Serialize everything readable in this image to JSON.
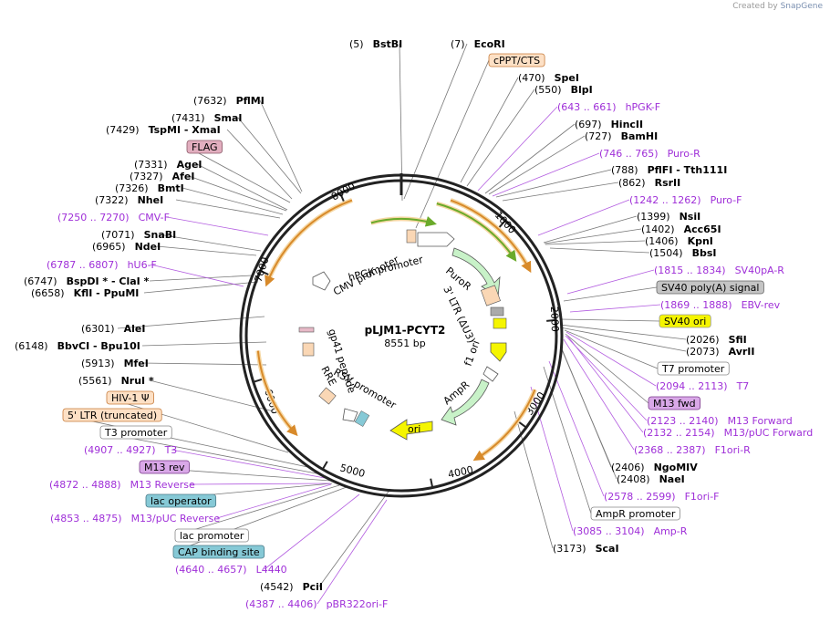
{
  "credit": {
    "prefix": "Created by",
    "brand": "SnapGene"
  },
  "plasmid": {
    "name": "pLJM1-PCYT2",
    "size": "8551 bp"
  },
  "colors": {
    "enzyme": "#000000",
    "primer": "#9f2fd8",
    "feature_orange": "#e8a24a",
    "feature_green": "#6aaa2a",
    "feature_yellow": "#f5f500",
    "backbone": "#222222",
    "leader": "#777777"
  },
  "ticks": [
    "1000",
    "2000",
    "3000",
    "4000",
    "5000",
    "6000",
    "7000",
    "8000"
  ],
  "inner_features": [
    {
      "key": "cmv",
      "label": "CMV promoter"
    },
    {
      "key": "hpgk",
      "label": "hPGK promoter"
    },
    {
      "key": "puror",
      "label": "PuroR"
    },
    {
      "key": "ltr3",
      "label": "3' LTR (ΔU3)"
    },
    {
      "key": "f1ori",
      "label": "f1 ori"
    },
    {
      "key": "ampr",
      "label": "AmpR"
    },
    {
      "key": "ori",
      "label": "ori"
    },
    {
      "key": "rsv",
      "label": "RSV promoter"
    },
    {
      "key": "rre",
      "label": "RRE"
    },
    {
      "key": "gp41",
      "label": "gp41 peptide"
    }
  ],
  "labels": [
    {
      "kind": "enzyme",
      "pos": "(5)",
      "name": "BstBI"
    },
    {
      "kind": "enzyme",
      "pos": "(7)",
      "name": "EcoRI"
    },
    {
      "kind": "feature",
      "style": "orange",
      "name": "cPPT/CTS"
    },
    {
      "kind": "enzyme",
      "pos": "(470)",
      "name": "SpeI"
    },
    {
      "kind": "enzyme",
      "pos": "(550)",
      "name": "BlpI"
    },
    {
      "kind": "primer",
      "pos": "(643 .. 661)",
      "name": "hPGK-F"
    },
    {
      "kind": "enzyme",
      "pos": "(697)",
      "name": "HincII"
    },
    {
      "kind": "enzyme",
      "pos": "(727)",
      "name": "BamHI"
    },
    {
      "kind": "primer",
      "pos": "(746 .. 765)",
      "name": "Puro-R"
    },
    {
      "kind": "enzyme",
      "pos": "(788)",
      "name": "PflFI - Tth111I"
    },
    {
      "kind": "enzyme",
      "pos": "(862)",
      "name": "RsrII"
    },
    {
      "kind": "primer",
      "pos": "(1242 .. 1262)",
      "name": "Puro-F"
    },
    {
      "kind": "enzyme",
      "pos": "(1399)",
      "name": "NsiI"
    },
    {
      "kind": "enzyme",
      "pos": "(1402)",
      "name": "Acc65I"
    },
    {
      "kind": "enzyme",
      "pos": "(1406)",
      "name": "KpnI"
    },
    {
      "kind": "enzyme",
      "pos": "(1504)",
      "name": "BbsI"
    },
    {
      "kind": "primer",
      "pos": "(1815 .. 1834)",
      "name": "SV40pA-R"
    },
    {
      "kind": "feature",
      "style": "gray",
      "name": "SV40 poly(A) signal"
    },
    {
      "kind": "primer",
      "pos": "(1869 .. 1888)",
      "name": "EBV-rev"
    },
    {
      "kind": "feature",
      "style": "yellow",
      "name": "SV40 ori"
    },
    {
      "kind": "enzyme",
      "pos": "(2026)",
      "name": "SfiI"
    },
    {
      "kind": "enzyme",
      "pos": "(2073)",
      "name": "AvrII"
    },
    {
      "kind": "feature",
      "style": "white",
      "name": "T7 promoter"
    },
    {
      "kind": "primer",
      "pos": "(2094 .. 2113)",
      "name": "T7"
    },
    {
      "kind": "feature",
      "style": "purple",
      "name": "M13 fwd"
    },
    {
      "kind": "primer",
      "pos": "(2123 .. 2140)",
      "name": "M13 Forward"
    },
    {
      "kind": "primer",
      "pos": "(2132 .. 2154)",
      "name": "M13/pUC Forward"
    },
    {
      "kind": "primer",
      "pos": "(2368 .. 2387)",
      "name": "F1ori-R"
    },
    {
      "kind": "enzyme",
      "pos": "(2406)",
      "name": "NgoMIV"
    },
    {
      "kind": "enzyme",
      "pos": "(2408)",
      "name": "NaeI"
    },
    {
      "kind": "primer",
      "pos": "(2578 .. 2599)",
      "name": "F1ori-F"
    },
    {
      "kind": "feature",
      "style": "white",
      "name": "AmpR promoter"
    },
    {
      "kind": "primer",
      "pos": "(3085 .. 3104)",
      "name": "Amp-R"
    },
    {
      "kind": "enzyme",
      "pos": "(3173)",
      "name": "ScaI"
    },
    {
      "kind": "enzyme",
      "pos": "(4542)",
      "name": "PciI"
    },
    {
      "kind": "primer",
      "pos": "(4387 .. 4406)",
      "name": "pBR322ori-F"
    },
    {
      "kind": "primer",
      "pos": "(4640 .. 4657)",
      "name": "L4440"
    },
    {
      "kind": "feature",
      "style": "blue",
      "name": "CAP binding site"
    },
    {
      "kind": "feature",
      "style": "white",
      "name": "lac promoter"
    },
    {
      "kind": "primer",
      "pos": "(4853 .. 4875)",
      "name": "M13/pUC Reverse"
    },
    {
      "kind": "feature",
      "style": "blue",
      "name": "lac operator"
    },
    {
      "kind": "primer",
      "pos": "(4872 .. 4888)",
      "name": "M13 Reverse"
    },
    {
      "kind": "feature",
      "style": "purple",
      "name": "M13 rev"
    },
    {
      "kind": "primer",
      "pos": "(4907 .. 4927)",
      "name": "T3"
    },
    {
      "kind": "feature",
      "style": "white",
      "name": "T3 promoter"
    },
    {
      "kind": "feature",
      "style": "orange",
      "name": "5' LTR (truncated)"
    },
    {
      "kind": "feature",
      "style": "orange",
      "name": "HIV-1 Ψ"
    },
    {
      "kind": "enzyme",
      "pos": "(5561)",
      "name": "NruI *"
    },
    {
      "kind": "enzyme",
      "pos": "(5913)",
      "name": "MfeI"
    },
    {
      "kind": "enzyme",
      "pos": "(6148)",
      "name": "BbvCI - Bpu10I"
    },
    {
      "kind": "enzyme",
      "pos": "(6301)",
      "name": "AleI"
    },
    {
      "kind": "enzyme",
      "pos": "(6658)",
      "name": "KflI - PpuMI"
    },
    {
      "kind": "enzyme",
      "pos": "(6747)",
      "name": "BspDI * - ClaI *"
    },
    {
      "kind": "primer",
      "pos": "(6787 .. 6807)",
      "name": "hU6-F"
    },
    {
      "kind": "enzyme",
      "pos": "(6965)",
      "name": "NdeI"
    },
    {
      "kind": "enzyme",
      "pos": "(7071)",
      "name": "SnaBI"
    },
    {
      "kind": "primer",
      "pos": "(7250 .. 7270)",
      "name": "CMV-F"
    },
    {
      "kind": "enzyme",
      "pos": "(7322)",
      "name": "NheI"
    },
    {
      "kind": "enzyme",
      "pos": "(7326)",
      "name": "BmtI"
    },
    {
      "kind": "enzyme",
      "pos": "(7327)",
      "name": "AfeI"
    },
    {
      "kind": "enzyme",
      "pos": "(7331)",
      "name": "AgeI"
    },
    {
      "kind": "feature",
      "style": "pink",
      "name": "FLAG"
    },
    {
      "kind": "enzyme",
      "pos": "(7429)",
      "name": "TspMI - XmaI"
    },
    {
      "kind": "enzyme",
      "pos": "(7431)",
      "name": "SmaI"
    },
    {
      "kind": "enzyme",
      "pos": "(7632)",
      "name": "PflMI"
    }
  ]
}
